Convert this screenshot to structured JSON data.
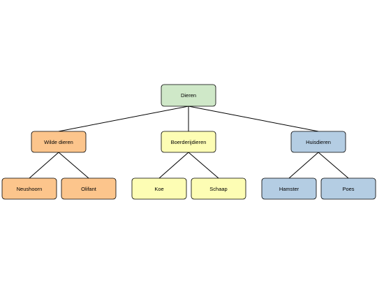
{
  "tree": {
    "root": {
      "label": "Dieren",
      "color": "#cfe8c8",
      "children": [
        {
          "label": "Wilde dieren",
          "color": "#fcc58c",
          "children": [
            {
              "label": "Neushoorn",
              "color": "#fcc58c"
            },
            {
              "label": "Olifant",
              "color": "#fcc58c"
            }
          ]
        },
        {
          "label": "Boerderijdieren",
          "color": "#fdfdb4",
          "children": [
            {
              "label": "Koe",
              "color": "#fdfdb4"
            },
            {
              "label": "Schaap",
              "color": "#fdfdb4"
            }
          ]
        },
        {
          "label": "Huisdieren",
          "color": "#b4cde3",
          "children": [
            {
              "label": "Hamster",
              "color": "#b4cde3"
            },
            {
              "label": "Poes",
              "color": "#b4cde3"
            }
          ]
        }
      ]
    }
  }
}
